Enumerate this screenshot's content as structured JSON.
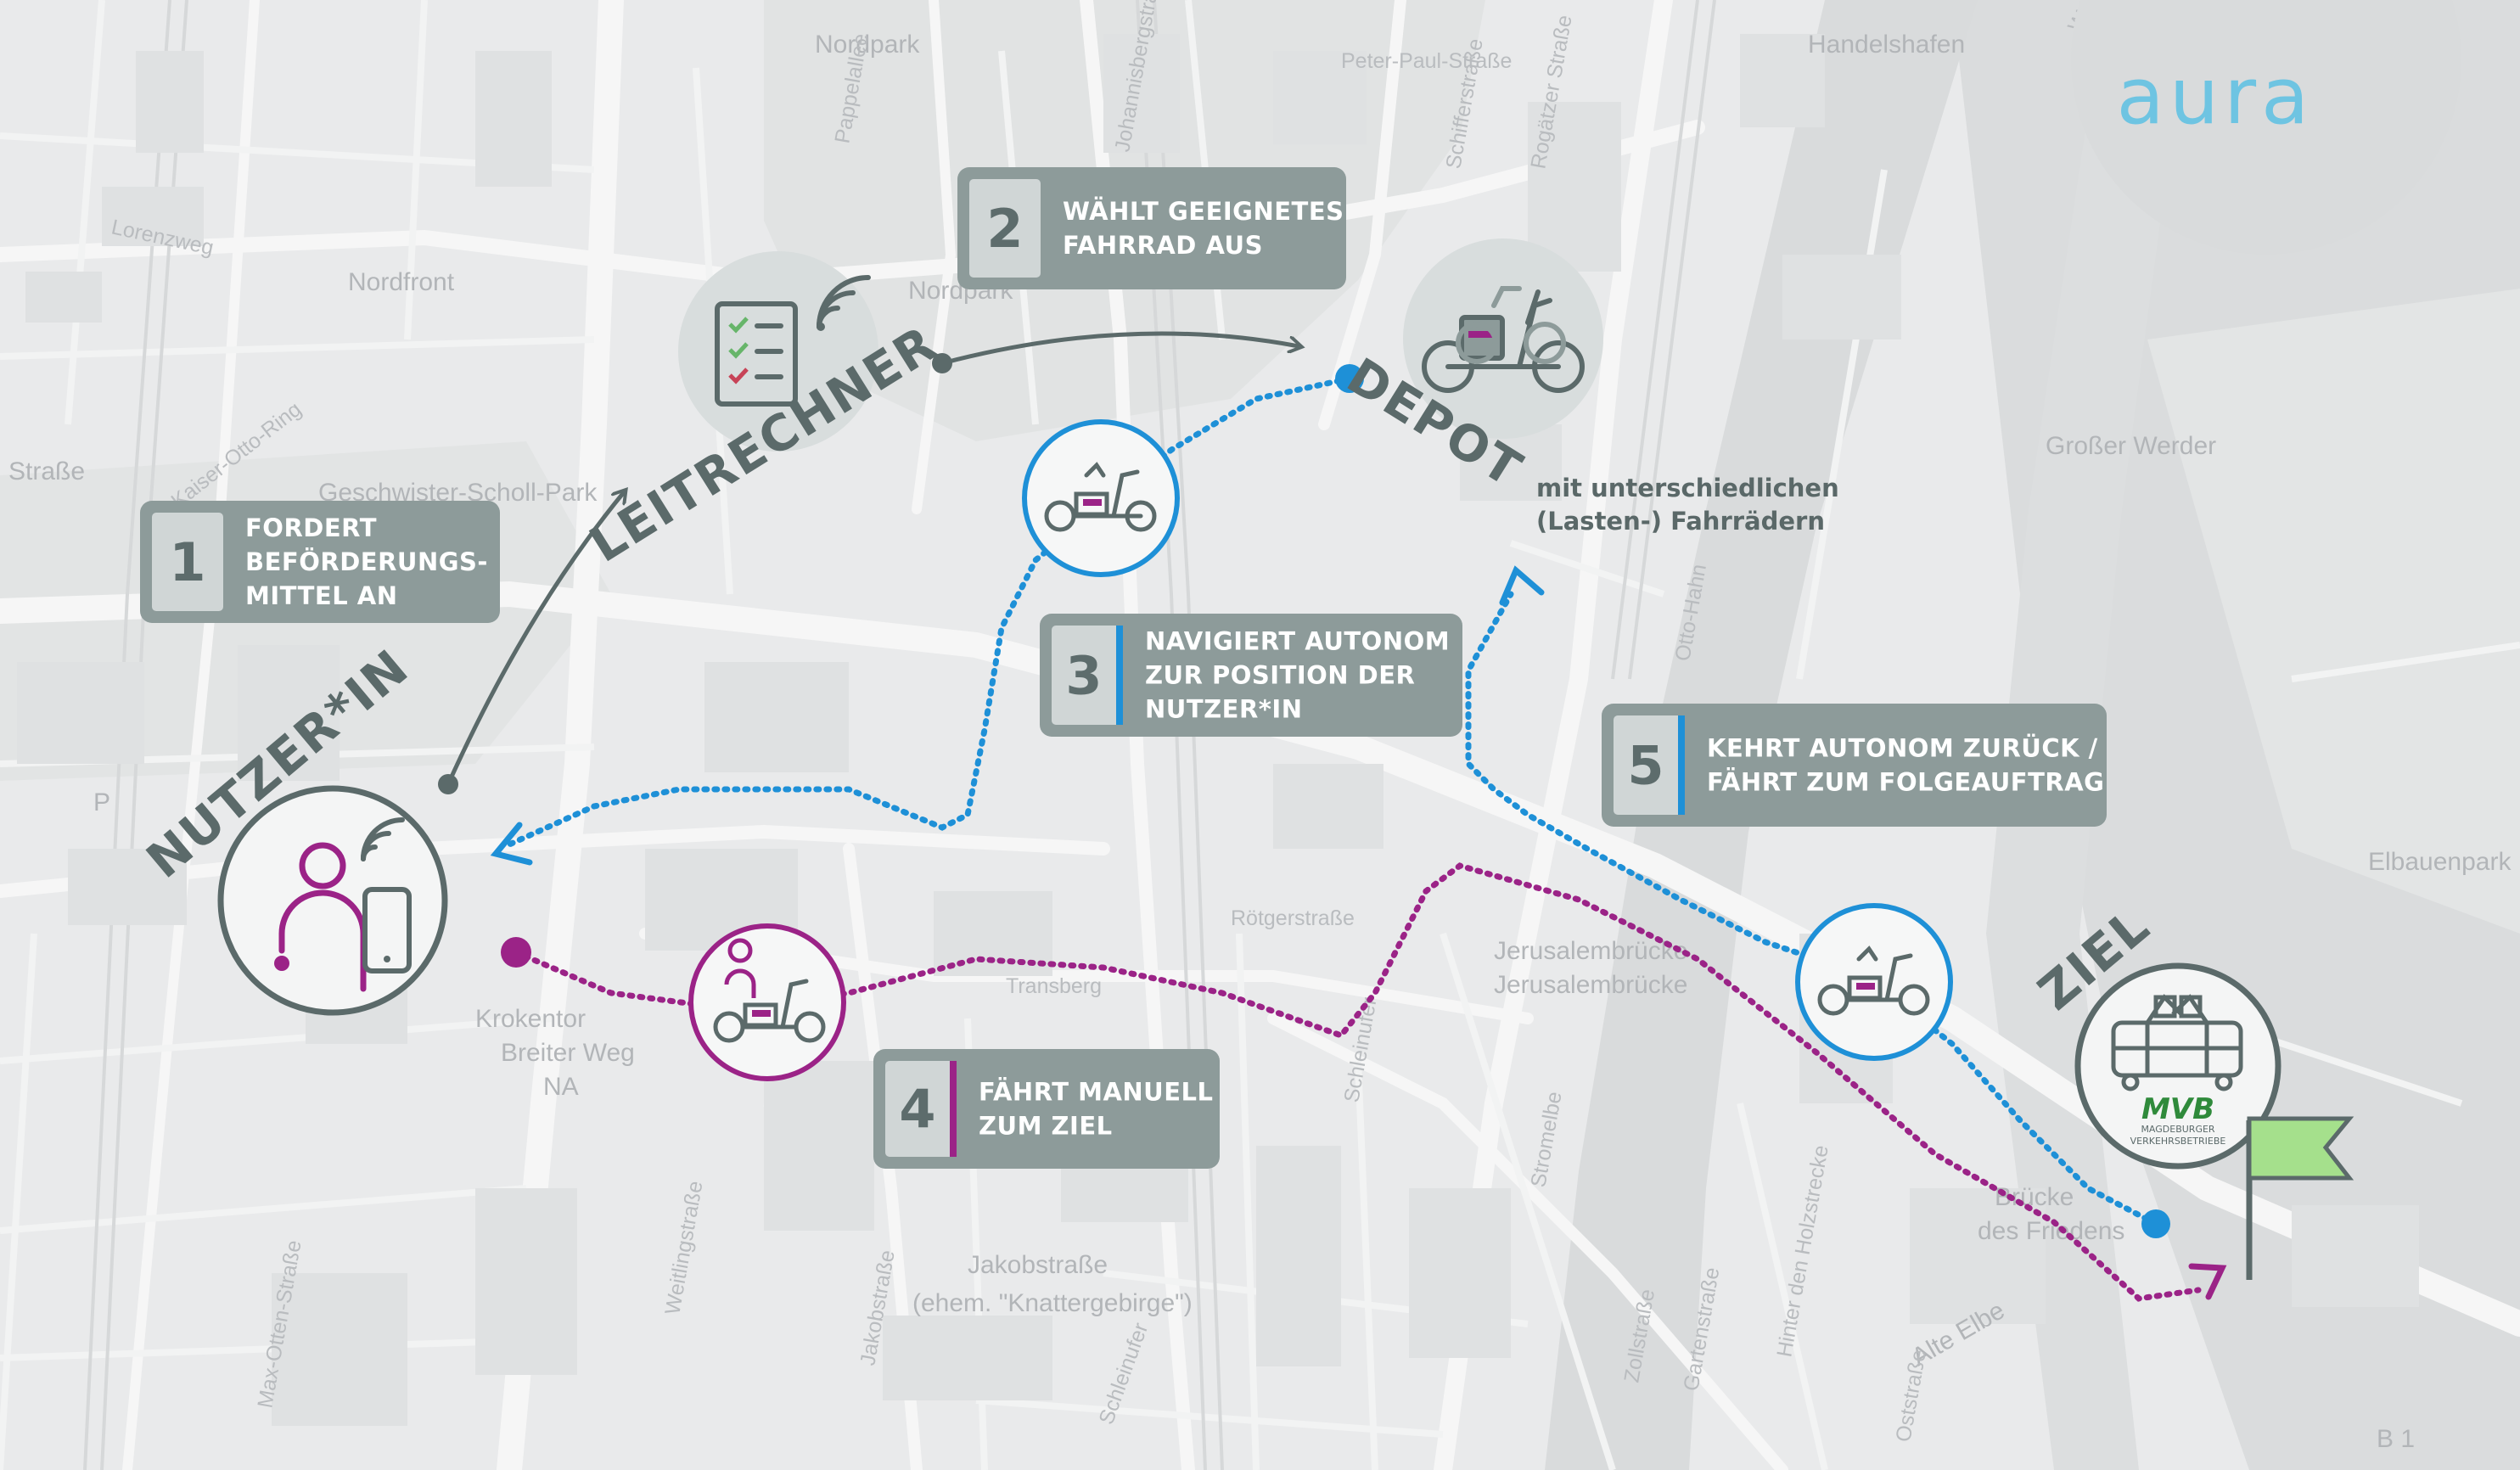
{
  "brand": {
    "logo_text": "aura"
  },
  "colors": {
    "grey_box": "#8d9b9a",
    "number_panel": "#d0d6d6",
    "blue": "#1e90d7",
    "magenta": "#9b2387",
    "dark_grey": "#5b6a6a",
    "flag_green": "#a5e08c"
  },
  "map_labels": [
    "Nordpark",
    "Peter-Paul-Straße",
    "Handelshafen",
    "Nordfront",
    "Nordpark",
    "Großer Werder",
    "Elbauenpark",
    "Straße",
    "Kaiser-Otto-Ring",
    "Geschwister-Scholl-Park",
    "Krokentor",
    "Breiter Weg",
    "NA",
    "Transberg",
    "Rötgerstraße",
    "Jerusalembrücke",
    "Jerusalembrücke",
    "Jakobstraße",
    "(ehem. \"Knattergebirge\")",
    "Brücke",
    "des Friedens",
    "Alte Elbe",
    "B 1",
    "P",
    "Lorenzweg",
    "Max-Otten-Straße",
    "Weitlingstraße",
    "Jakobstraße",
    "Schleinufer",
    "Schleinufer",
    "Zollstraße",
    "Gartenstraße",
    "Hinter den Holzstrecke",
    "Oststraße",
    "Stromelbe",
    "Rogätzer Straße",
    "Schifferstraße",
    "Johannisbergstraße",
    "Pappelallee",
    "Otto-Hahn",
    "Werder"
  ],
  "places": {
    "leitrechner": {
      "label": "LEITRECHNER",
      "icon": "checklist-wifi-icon"
    },
    "depot": {
      "label": "DEPOT",
      "note_line1": "mit unterschiedlichen",
      "note_line2": "(Lasten-) Fahrrädern",
      "icon": "bike-fleet-icon"
    },
    "nutzer": {
      "label": "NUTZER*IN",
      "icon": "user-with-phone-icon"
    },
    "ziel": {
      "label": "ZIEL",
      "icon": "tram-icon",
      "operator_logo": "MVB",
      "operator_line1": "MAGDEBURGER",
      "operator_line2": "VERKEHRSBETRIEBE"
    }
  },
  "steps": [
    {
      "number": "1",
      "lines": [
        "FORDERT",
        "BEFÖRDERUNGS-",
        "MITTEL AN"
      ],
      "accent": "none"
    },
    {
      "number": "2",
      "lines": [
        "WÄHLT GEEIGNETES",
        "FAHRRAD AUS"
      ],
      "accent": "none"
    },
    {
      "number": "3",
      "lines": [
        "NAVIGIERT AUTONOM",
        "ZUR POSITION DER",
        "NUTZER*IN"
      ],
      "accent": "blue"
    },
    {
      "number": "4",
      "lines": [
        "FÄHRT MANUELL",
        "ZUM ZIEL"
      ],
      "accent": "magenta"
    },
    {
      "number": "5",
      "lines": [
        "KEHRT AUTONOM ZURÜCK /",
        "FÄHRT ZUM FOLGEAUFTRAG"
      ],
      "accent": "blue"
    }
  ]
}
